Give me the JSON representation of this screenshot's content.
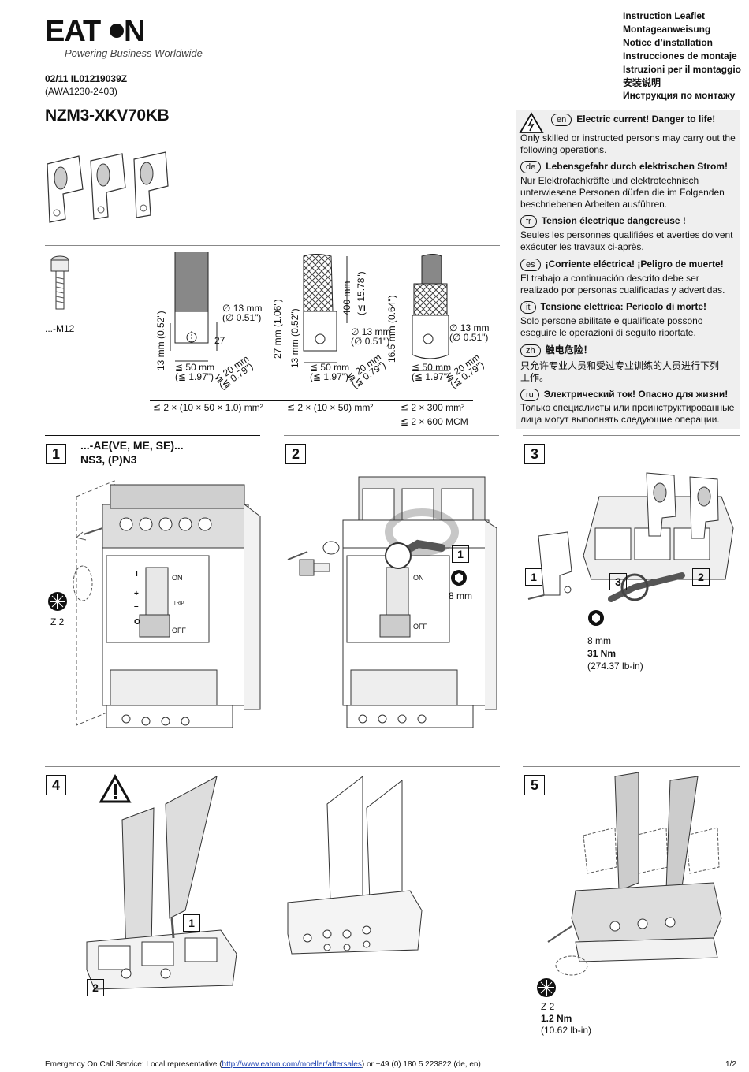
{
  "header": {
    "brand": "EATON",
    "tagline": "Powering Business Worldwide",
    "doc_number": "02/11 IL01219039Z",
    "doc_sub": "(AWA1230-2403)",
    "product": "NZM3-XKV70KB",
    "leaflet_titles": [
      "Instruction Leaflet",
      "Montageanweisung",
      "Notice d’installation",
      "Instrucciones de montaje",
      "Istruzioni per il montaggio",
      "安装说明",
      "Инструкция по монтажу"
    ]
  },
  "warnings": [
    {
      "lang": "en",
      "title": "Electric current! Danger to life!",
      "body": "Only skilled or instructed persons may carry out the following operations."
    },
    {
      "lang": "de",
      "title": "Lebensgefahr durch elektrischen Strom!",
      "body": "Nur Elektrofachkräfte und elektrotechnisch unterwiesene Personen dürfen die im Folgenden beschriebenen Arbeiten ausführen."
    },
    {
      "lang": "fr",
      "title": "Tension électrique dangereuse !",
      "body": "Seules les personnes qualifiées et averties doivent exécuter les travaux ci-après."
    },
    {
      "lang": "es",
      "title": "¡Corriente eléctrica! ¡Peligro de muerte!",
      "body": "El trabajo a continuación descrito debe ser realizado por personas cualificadas y advertidas."
    },
    {
      "lang": "it",
      "title": "Tensione elettrica: Pericolo di morte!",
      "body": "Solo persone abilitate e qualificate possono eseguire le operazioni di seguito riportate."
    },
    {
      "lang": "zh",
      "title": "触电危险！",
      "body": "只允许专业人员和受过专业训练的人员进行下列工作。"
    },
    {
      "lang": "ru",
      "title": "Электрический ток! Опасно для жизни!",
      "body": "Только специалисты или проинструктированные лица могут выполнять следующие операции."
    }
  ],
  "dims": {
    "screw": "...-M12",
    "d13": "∅ 13 mm",
    "d051": "(∅ 0.51\")",
    "h27": "27",
    "w50": "≦ 50 mm",
    "w197": "(≦ 1.97\")",
    "w20": "≦ 20 mm",
    "w079": "(≦ 0.79\")",
    "h13": "13 mm (0.52\")",
    "h27mm": "27 mm (1.06\")",
    "h400": "400 mm",
    "h1578": "(≦ 15.78\")",
    "h165": "16.5 mm (0.64\")",
    "ge": "≧",
    "xsec1": "≦ 2 × (10 × 50 × 1.0) mm²",
    "xsec2": "≦ 2 × (10 × 50) mm²",
    "xsec3": "≦ 2 × 300 mm²",
    "xsec4": "≦ 2 × 600 MCM"
  },
  "steps": {
    "s1": "1",
    "s1_line1": "...-AE(VE, ME, SE)...",
    "s1_line2": "NS3, (P)N3",
    "s1_tool": "Z 2",
    "s2": "2",
    "s2_callout": "1",
    "s2_tool": "8 mm",
    "s3": "3",
    "s3_c1": "1",
    "s3_c2": "2",
    "s3_c3": "3",
    "s3_tool": "8 mm",
    "s3_torque": "31 Nm",
    "s3_torque_imp": "(274.37 lb-in)",
    "s4": "4",
    "s4_c1": "1",
    "s4_c2": "2",
    "s5": "5",
    "s5_tool": "Z 2",
    "s5_torque": "1.2 Nm",
    "s5_torque_imp": "(10.62 lb-in)"
  },
  "breaker": {
    "on": "ON",
    "off": "OFF",
    "trip": "TRIP",
    "i": "I",
    "plus": "+",
    "minus": "–",
    "o": "O"
  },
  "footer": {
    "prefix": "Emergency On Call Service: Local representative (",
    "link": "http://www.eaton.com/moeller/aftersales",
    "suffix": ") or +49 (0) 180 5 223822 (de, en)",
    "page": "1/2"
  }
}
